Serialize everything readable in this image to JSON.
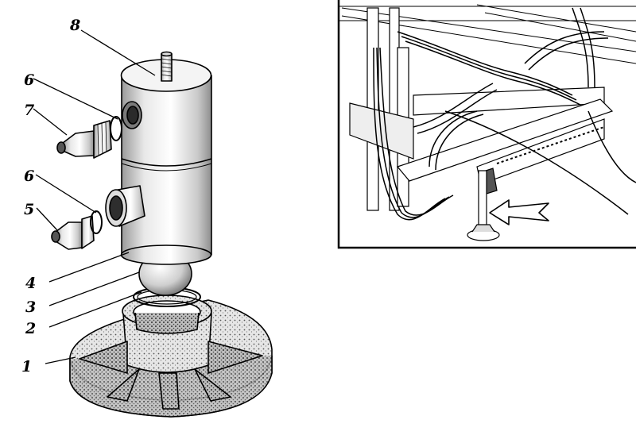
{
  "callouts": [
    {
      "id": "1",
      "text": "1"
    },
    {
      "id": "2",
      "text": "2"
    },
    {
      "id": "3",
      "text": "3"
    },
    {
      "id": "4",
      "text": "4"
    },
    {
      "id": "5",
      "text": "5"
    },
    {
      "id": "6a",
      "text": "6"
    },
    {
      "id": "6b",
      "text": "6"
    },
    {
      "id": "7",
      "text": "7"
    },
    {
      "id": "8",
      "text": "8"
    }
  ],
  "colors": {
    "ink": "#000000",
    "paper": "#ffffff",
    "shade": "#d9d9d9",
    "shadeDark": "#a8a8a8"
  }
}
